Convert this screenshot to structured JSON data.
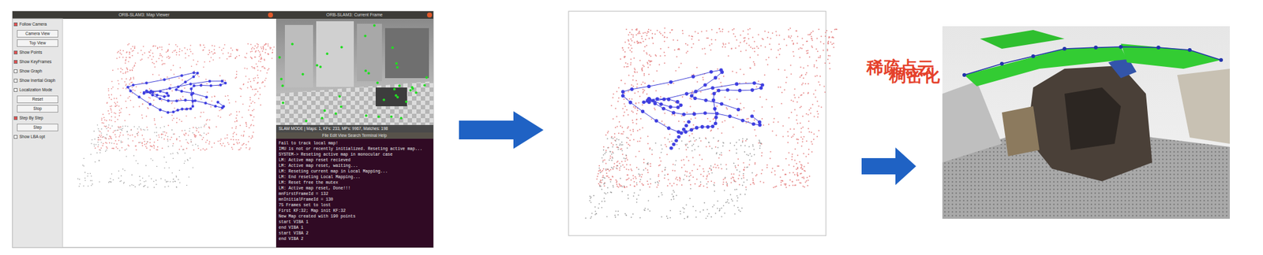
{
  "diagram": {
    "labels": [
      "ORB-SLAM3: Map Viewer",
      "ORB-SLAM3: Current Frame",
      "Follow Camera",
      "Camera View",
      "Top View",
      "Show Points",
      "Show KeyFrames",
      "Show Graph",
      "Show Inertial Graph",
      "Localization Mode",
      "Reset",
      "Stop",
      "Step By Step",
      "Step",
      "Show LBA opt",
      "SLAM MODE | Maps: 1, KFs: 233, MPs: 9967, Matches: 198",
      "File Edit View Search Terminal Help",
      "Fail to track local map!",
      "IMU is not or recently initialized. Reseting active map...",
      "SYSTEM-> Reseting active map in monocular case",
      "LM: Active map reset recieved",
      "LM: Active map reset, waiting...",
      "LM: Reseting current map in Local Mapping...",
      "LM: End reseting Local Mapping...",
      "LM: Reset free the mutex",
      "LM: Active map reset, Done!!!",
      "mnFirstFrameId = 132",
      "mnInitialFrameId = 130",
      "75 Frames set to lost",
      "First KF:32; Map init KF:32",
      "New Map created with 190 points",
      "start VIBA 1",
      "end VIBA 1",
      "start VIBA 2",
      "end VIBA 2",
      "稀疏点云",
      "稠密化"
    ]
  }
}
